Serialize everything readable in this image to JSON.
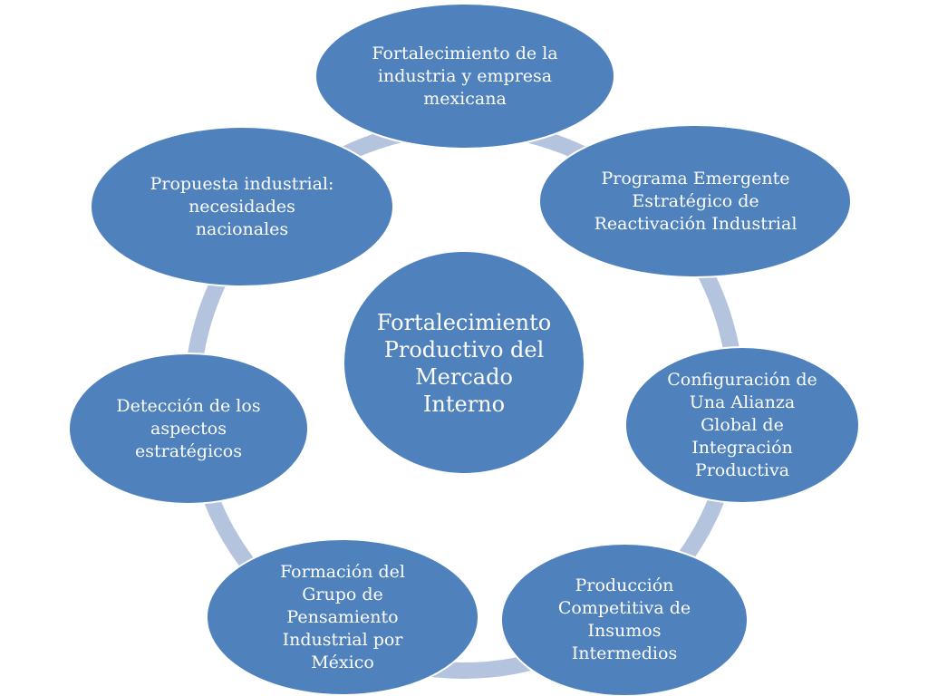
{
  "diagram": {
    "colors": {
      "node_fill": "#4F81BD",
      "node_stroke": "#FFFFFF",
      "ring": "#B4C4DF",
      "text": "#FFFFFF",
      "background": "#FFFFFF"
    },
    "center": {
      "label": "Fortalecimiento\nProductivo del\nMercado\nInterno"
    },
    "nodes": [
      {
        "id": "fortalecimiento-industria",
        "label": "Fortalecimiento de la\nindustria y empresa\nmexicana"
      },
      {
        "id": "programa-emergente",
        "label": "Programa Emergente\nEstratégico de\nReactivación Industrial"
      },
      {
        "id": "configuracion-alianza",
        "label": "Configuración de\nUna Alianza\nGlobal  de\nIntegración\nProductiva"
      },
      {
        "id": "produccion-competitiva",
        "label": "Producción\nCompetitiva de\nInsumos\nIntermedios"
      },
      {
        "id": "formacion-grupo",
        "label": "Formación del\nGrupo de\nPensamiento\nIndustrial por\nMéxico"
      },
      {
        "id": "deteccion-aspectos",
        "label": "Detección de los\naspectos\nestratégicos"
      },
      {
        "id": "propuesta-industrial",
        "label": "Propuesta industrial:\nnecesidades\nnacionales"
      }
    ]
  }
}
